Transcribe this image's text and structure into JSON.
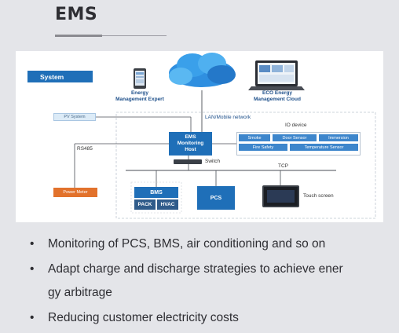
{
  "page": {
    "title": "EMS"
  },
  "diagram": {
    "system_label": "System",
    "energy_expert": "Energy\nManagement Expert",
    "eco_cloud": "ECO Energy\nManagement Cloud",
    "lan_label": "LAN/Mobile network",
    "pv_system": "PV System",
    "ems_host": "EMS\nMonitoring\nHost",
    "io_device_label": "IO device",
    "io_items": [
      "Smoke",
      "Door Sensor",
      "Immersion",
      "Fire Safety",
      "Temperature Sensor"
    ],
    "rs485_label": "RS485",
    "switch_label": "Switch",
    "tcp_label": "TCP",
    "power_meter": "Power Meter",
    "bms": "BMS",
    "pack": "PACK",
    "hvac": "HVAC",
    "pcs": "PCS",
    "touch_screen": "Touch screen"
  },
  "bullets": [
    "Monitoring of PCS, BMS, air conditioning and so on",
    "Adapt charge and discharge strategies to achieve ener",
    "gy arbitrage",
    "Reducing customer electricity costs"
  ],
  "colors": {
    "accent_blue": "#1f6fb8",
    "meter_orange": "#e2722c",
    "background": "#e4e5e9"
  }
}
